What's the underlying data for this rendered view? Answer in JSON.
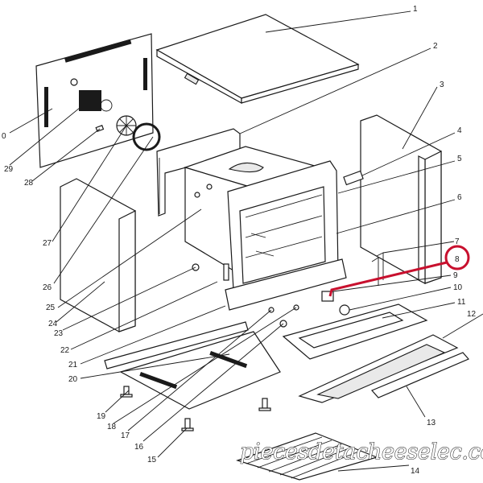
{
  "labels": {
    "n1": "1",
    "n2": "2",
    "n3": "3",
    "n4": "4",
    "n5": "5",
    "n6": "6",
    "n7": "7",
    "n8": "8",
    "n9": "9",
    "n10": "10",
    "n11": "11",
    "n12": "12",
    "n13": "13",
    "n14": "14",
    "n15": "15",
    "n16": "16",
    "n17": "17",
    "n18": "18",
    "n19": "19",
    "n20": "20",
    "n21": "21",
    "n22": "22",
    "n23": "23",
    "n24": "24",
    "n25": "25",
    "n26": "26",
    "n27": "27",
    "n28": "28",
    "n29": "29",
    "n30": "0"
  },
  "watermark": "piecesdetacheeselec.com",
  "highlight": {
    "part": "8",
    "color": "#c8102e"
  }
}
